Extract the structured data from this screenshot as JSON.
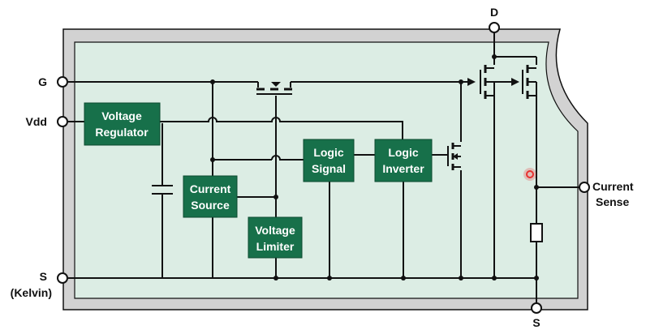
{
  "pins": {
    "gate": "G",
    "vdd": "Vdd",
    "source_kelvin_top": "S",
    "source_kelvin_bottom": "(Kelvin)",
    "drain": "D",
    "source": "S",
    "current_sense_top": "Current",
    "current_sense_bottom": "Sense"
  },
  "blocks": {
    "voltage_regulator": [
      "Voltage",
      "Regulator"
    ],
    "current_source": [
      "Current",
      "Source"
    ],
    "voltage_limiter": [
      "Voltage",
      "Limiter"
    ],
    "logic_signal": [
      "Logic",
      "Signal"
    ],
    "logic_inverter": [
      "Logic",
      "Inverter"
    ]
  },
  "colors": {
    "package_outer": "#d2d2d2",
    "package_inner": "#dcede4",
    "block_fill": "#17704a",
    "wire": "#111111",
    "marker": "#e8312f"
  }
}
